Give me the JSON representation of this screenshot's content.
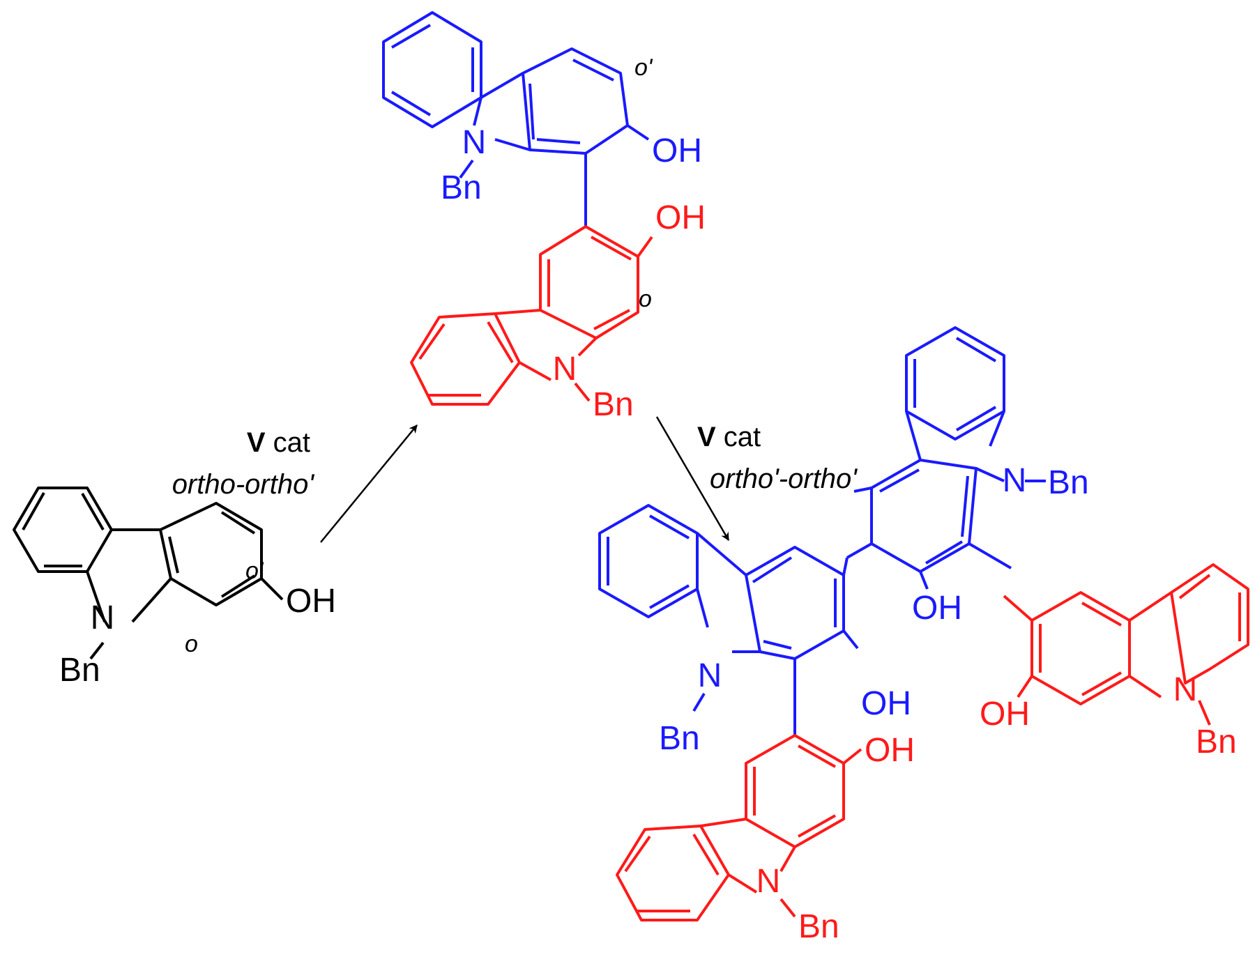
{
  "colors": {
    "black": "#000000",
    "blue": "#1a1aff",
    "red": "#ff1a1a"
  },
  "labels": {
    "OH": "OH",
    "N": "N",
    "Bn": "Bn",
    "o": "o",
    "o_prime": "o'"
  },
  "arrows": {
    "first": {
      "catalyst": "V",
      "catalyst_suffix": " cat",
      "selectivity": "ortho-ortho'"
    },
    "second": {
      "catalyst": "V",
      "catalyst_suffix": " cat",
      "selectivity": "ortho'-ortho'"
    }
  }
}
